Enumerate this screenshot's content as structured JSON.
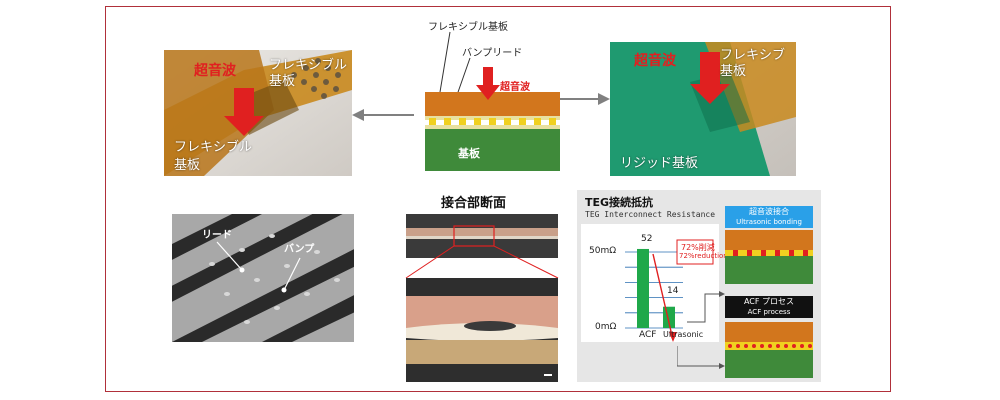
{
  "top": {
    "left_photo": {
      "ultrasonic": "超音波",
      "flex_top_line1": "フレキシブル",
      "flex_top_line2": "基板",
      "flex_bottom_line1": "フレキシブル",
      "flex_bottom_line2": "基板"
    },
    "center_diagram": {
      "flex_label": "フレキシブル基板",
      "bump_lead_label": "バンプリード",
      "ultrasonic": "超音波",
      "substrate_label": "基板"
    },
    "right_photo": {
      "ultrasonic": "超音波",
      "flex_line1": "フレキシブ",
      "flex_line2": "基板",
      "rigid_label": "リジッド基板"
    }
  },
  "bottom": {
    "sem": {
      "lead_label": "リード",
      "bump_label": "バンプ"
    },
    "cross_section": {
      "title": "接合部断面"
    },
    "teg": {
      "title": "TEG接続抵抗",
      "subtitle": "TEG Interconnect Resistance",
      "reduction_line1": "72%削減",
      "reduction_line2": "72%reduction",
      "ultrasonic_box_line1": "超音波接合",
      "ultrasonic_box_line2": "Ultrasonic bonding",
      "acf_box_line1": "ACF プロセス",
      "acf_box_line2": "ACF process"
    }
  },
  "chart_data": {
    "type": "bar",
    "title": "TEG接続抵抗",
    "subtitle": "TEG Interconnect Resistance",
    "categories": [
      "ACF",
      "Ultrasonic"
    ],
    "values": [
      52,
      14
    ],
    "ytick_labels": [
      "50mΩ",
      "0mΩ"
    ],
    "ylim": [
      0,
      55
    ],
    "grid": true,
    "colors": {
      "bar": "#1fa84a",
      "annotation": "#e02020"
    }
  },
  "colors": {
    "frame": "#b0303a",
    "accent_red": "#e02020",
    "flex_orange": "#d2761d",
    "substrate_green": "#3f8a3a",
    "teg_panel_bg": "#e6e6e6",
    "button_blue": "#2aa0e8"
  }
}
